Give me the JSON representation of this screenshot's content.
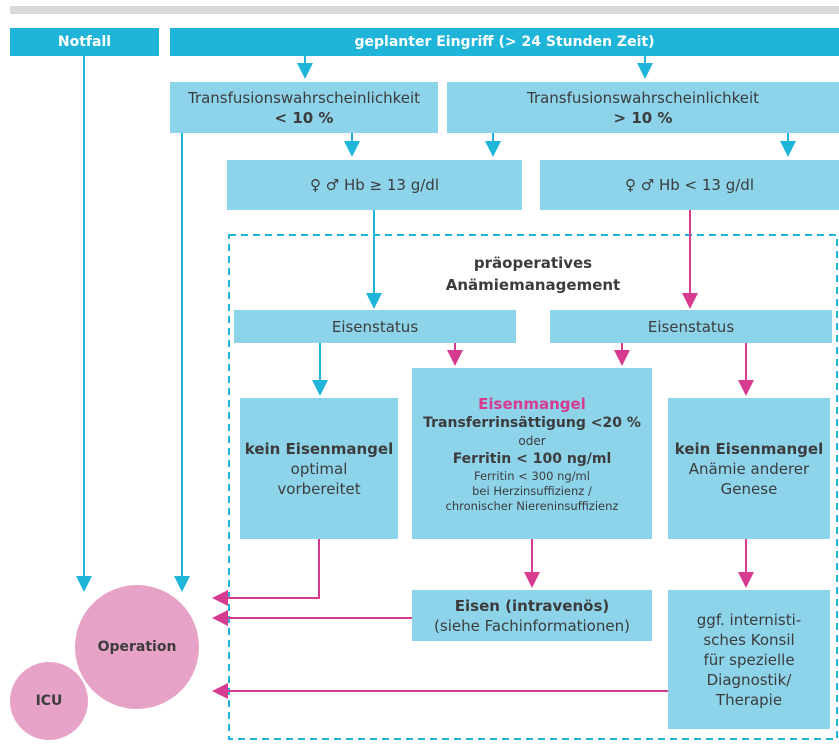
{
  "notfall": "Notfall",
  "geplant": "geplanter Eingriff (> 24 Stunden Zeit)",
  "transfusion_low": {
    "line1": "Transfusionswahrscheinlichkeit",
    "line2": "< 10 %"
  },
  "transfusion_high": {
    "line1": "Transfusionswahrscheinlichkeit",
    "line2": "> 10 %"
  },
  "hb_high": "♀ ♂ Hb ≥ 13 g/dl",
  "hb_low": "♀ ♂ Hb < 13 g/dl",
  "anaemia_mgmt": {
    "line1": "präoperatives",
    "line2": "Anämiemanagement"
  },
  "eisenstatus_left": "Eisenstatus",
  "eisenstatus_right": "Eisenstatus",
  "kein_left": {
    "title": "kein Eisenmangel",
    "line2": "optimal",
    "line3": "vorbereitet"
  },
  "eisenmangel": {
    "title": "Eisenmangel",
    "line1": "Transferrinsättigung <20 %",
    "oder": "oder",
    "line2": "Ferritin < 100 ng/ml",
    "small1": "Ferritin < 300 ng/ml",
    "small2": "bei Herzinsuffizienz /",
    "small3": "chronischer Niereninsuffizienz"
  },
  "kein_right": {
    "title": "kein Eisenmangel",
    "line2": "Anämie anderer",
    "line3": "Genese"
  },
  "eisen_iv": {
    "line1": "Eisen (intravenös)",
    "line2": "(siehe Fachinformationen)"
  },
  "konsil": {
    "line1": "ggf. internistі-",
    "line2": "sches Konsil",
    "line3": "für spezielle",
    "line4": "Diagnostik/",
    "line5": "Therapie"
  },
  "operation": "Operation",
  "icu": "ICU",
  "colors": {
    "cyan_dark": "#1fb5d8",
    "cyan_light": "#8dd3ea",
    "pink": "#d63b8f",
    "circle": "#e7a2c8"
  }
}
